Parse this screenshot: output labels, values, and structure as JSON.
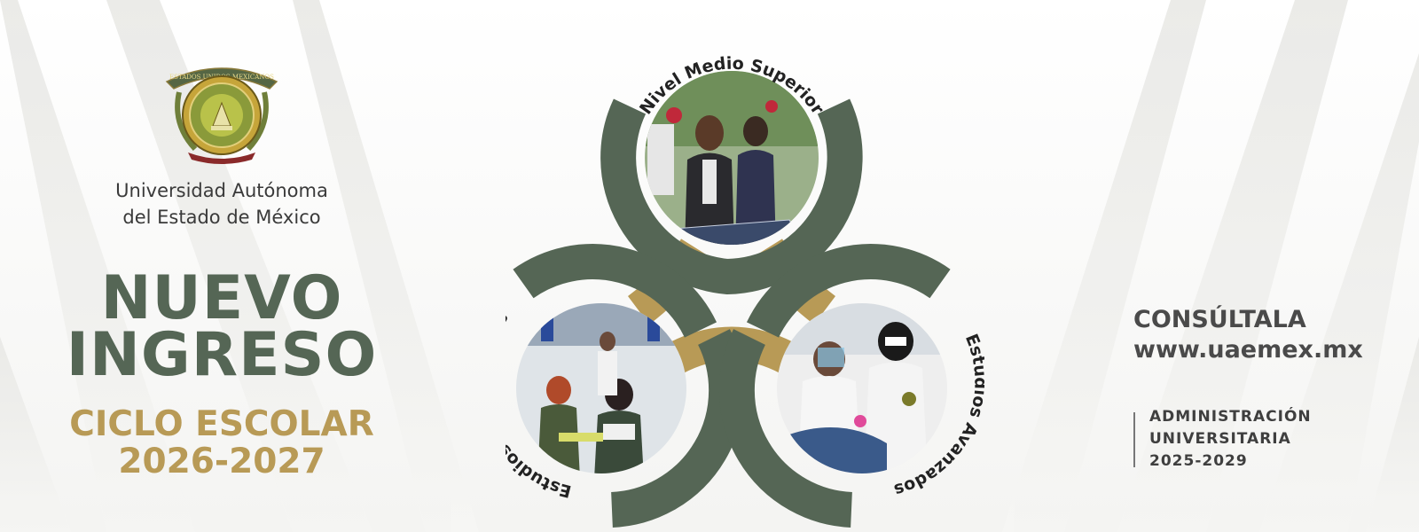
{
  "university": {
    "line1": "Universidad Autónoma",
    "line2": "del Estado de México",
    "seal_text": "ESTADOS UNIDOS MEXICANOS"
  },
  "headline": {
    "line1": "NUEVO",
    "line2": "INGRESO"
  },
  "cycle": {
    "line1": "CICLO ESCOLAR",
    "line2": "2026-2027"
  },
  "levels": {
    "top": "Nivel Medio Superior",
    "left": "Estudios Profesionales",
    "right": "Estudios Avanzados"
  },
  "cta": {
    "line1": "CONSÚLTALA",
    "line2": "www.uaemex.mx"
  },
  "administration": {
    "line1": "ADMINISTRACIÓN",
    "line2": "UNIVERSITARIA",
    "line3": "2025-2029"
  },
  "colors": {
    "green": "#556655",
    "gold": "#b89a56",
    "dark_text": "#3a3a3a"
  }
}
